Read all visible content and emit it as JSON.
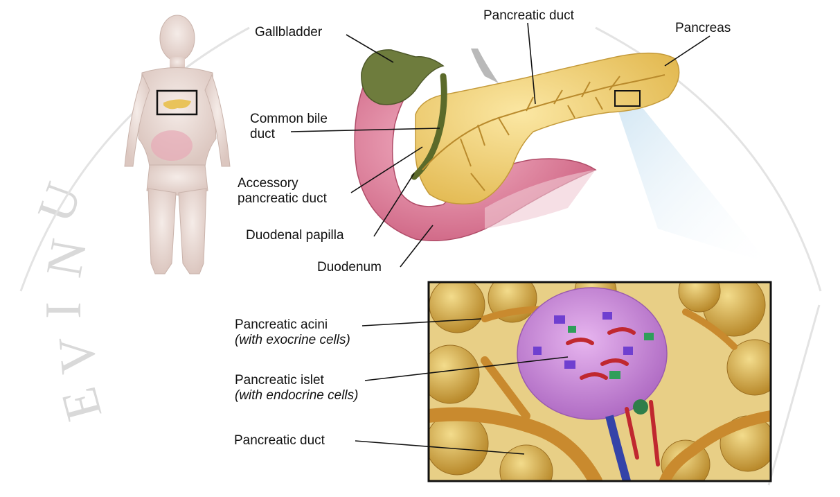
{
  "watermark": {
    "letters": [
      "U",
      "N",
      "I",
      "V",
      "E"
    ]
  },
  "overview": {
    "labels": {
      "gallbladder": "Gallbladder",
      "pancreatic_duct": "Pancreatic duct",
      "pancreas": "Pancreas",
      "common_bile_duct_line1": "Common bile",
      "common_bile_duct_line2": "duct",
      "accessory_duct_line1": "Accessory",
      "accessory_duct_line2": "pancreatic duct",
      "duodenal_papilla": "Duodenal papilla",
      "duodenum": "Duodenum"
    }
  },
  "detail": {
    "labels": {
      "acini_line1": "Pancreatic acini",
      "acini_line2": "(with exocrine cells)",
      "islet_line1": "Pancreatic islet",
      "islet_line2": "(with endocrine cells)",
      "duct": "Pancreatic duct"
    }
  },
  "colors": {
    "pancreas_yellow": "#f2d27a",
    "duodenum_pink": "#e78fa8",
    "gallbladder_green": "#5f6f3a",
    "islet_purple": "#c88bd6",
    "duct_orange": "#c98a2e",
    "vessel_red": "#c0282f",
    "zoom_blue": "#dcebf5"
  }
}
